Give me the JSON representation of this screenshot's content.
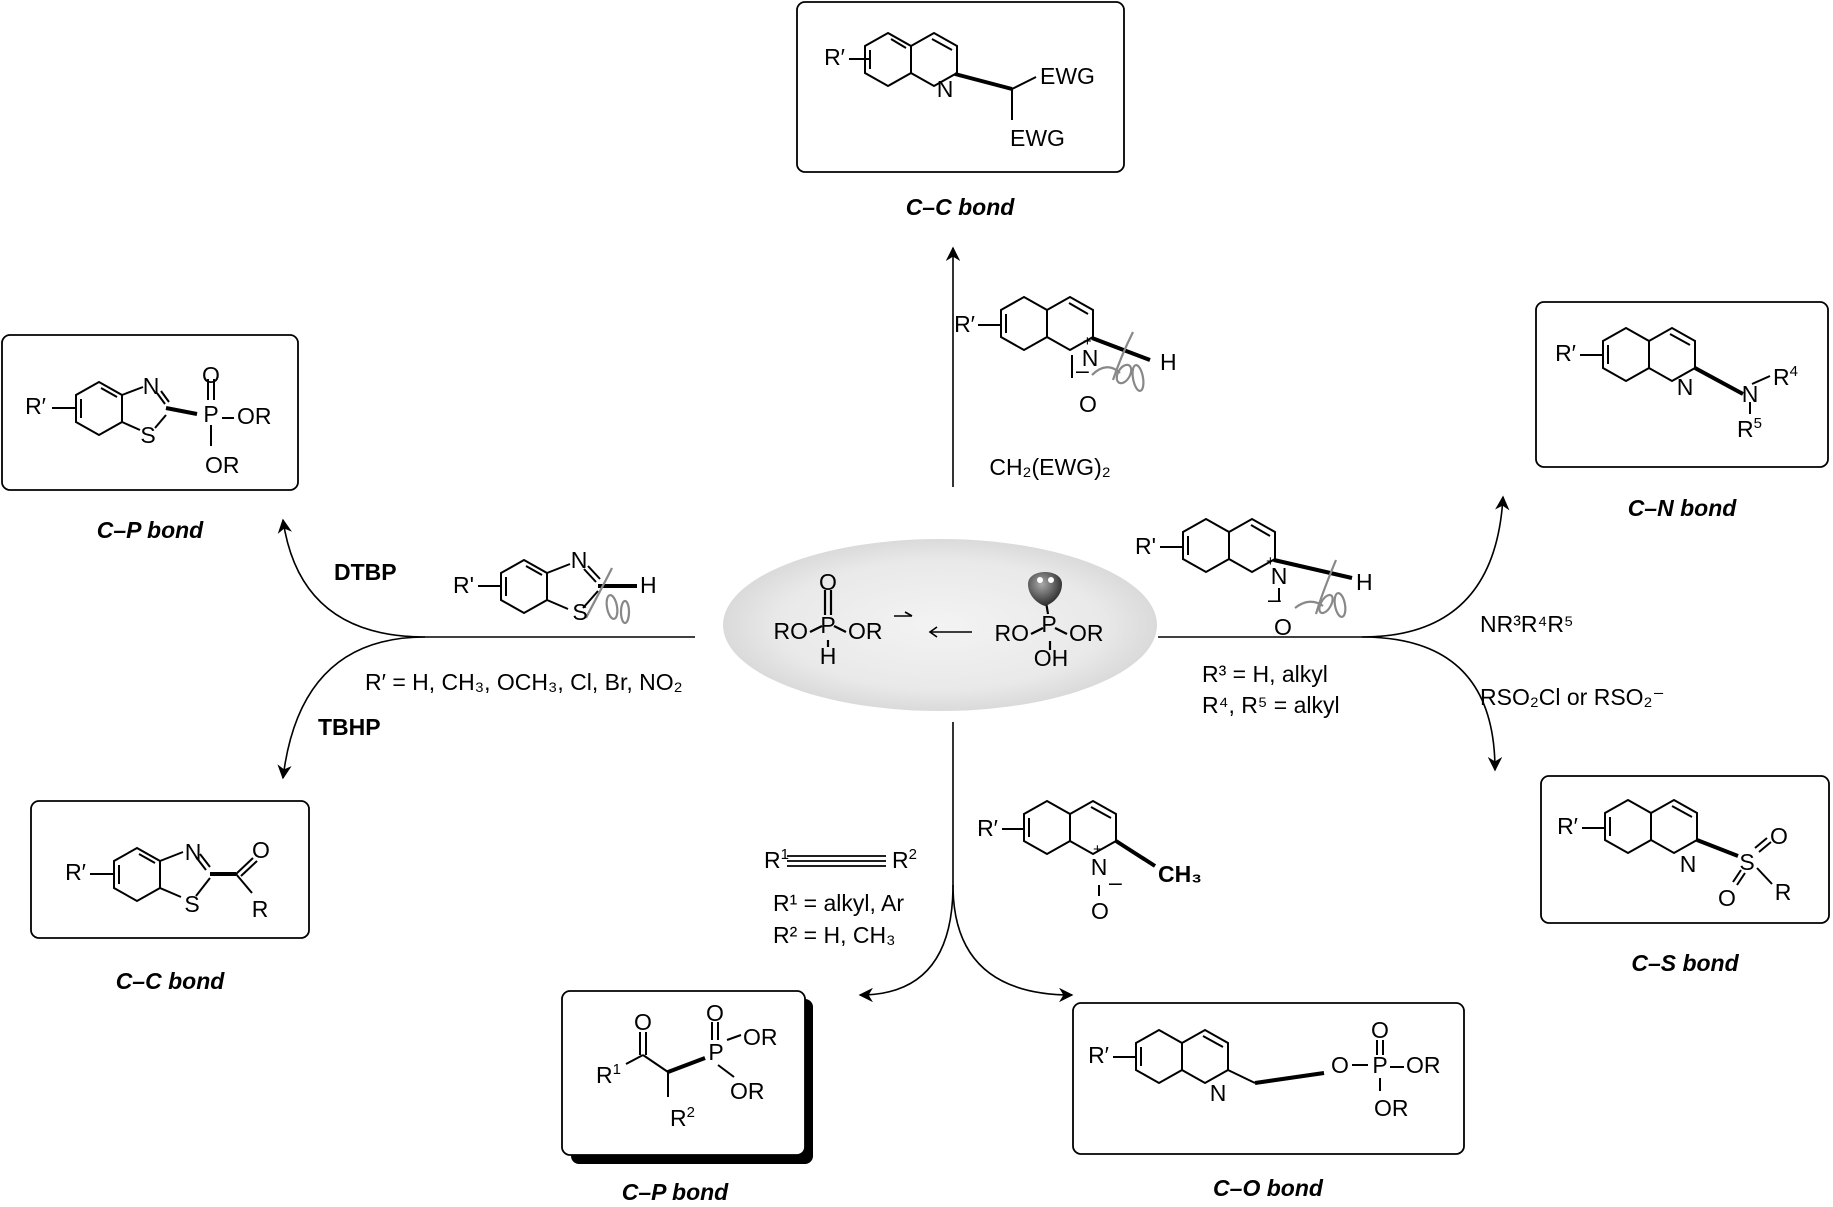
{
  "products": {
    "top_cc": {
      "bond_label": "C–C bond",
      "substituent": "R′",
      "atom_n": "N",
      "group_1": "EWG",
      "group_2": "EWG"
    },
    "left_cp": {
      "bond_label": "C–P bond",
      "substituent": "R′",
      "atom_n": "N",
      "atom_s": "S",
      "atom_p": "P",
      "atom_o": "O",
      "or_1": "OR",
      "or_2": "OR"
    },
    "left_cc": {
      "bond_label": "C–C bond",
      "substituent": "R′",
      "atom_n": "N",
      "atom_s": "S",
      "atom_o": "O",
      "r": "R"
    },
    "right_cn": {
      "bond_label": "C–N bond",
      "substituent": "R′",
      "atom_n": "N",
      "amine_n": "N",
      "r4": "R",
      "r4_sup": "4",
      "r5": "R",
      "r5_sup": "5"
    },
    "right_cs": {
      "bond_label": "C–S bond",
      "substituent": "R′",
      "atom_n": "N",
      "atom_s": "S",
      "atom_o1": "O",
      "atom_o2": "O",
      "r": "R"
    },
    "bottom_cp": {
      "bond_label": "C–P bond",
      "r1": "R",
      "r1_sup": "1",
      "r2": "R",
      "r2_sup": "2",
      "atom_o1": "O",
      "atom_o2": "O",
      "atom_p": "P",
      "or_1": "OR",
      "or_2": "OR"
    },
    "bottom_co": {
      "bond_label": "C–O bond",
      "substituent": "R′",
      "atom_n": "N",
      "atom_o_link": "O",
      "atom_p": "P",
      "atom_o": "O",
      "or_1": "OR",
      "or_2": "OR"
    }
  },
  "center": {
    "left_species": {
      "ro": "RO",
      "p": "P",
      "or": "OR",
      "h": "H",
      "o": "O"
    },
    "right_species": {
      "ro": "RO",
      "p": "P",
      "or": "OR",
      "oh": "OH"
    }
  },
  "reagents": {
    "top": {
      "n_oxide": {
        "substituent": "R′",
        "atom_n": "N",
        "atom_o": "O",
        "h": "H",
        "plus": "+",
        "minus": "–"
      },
      "malonate": "CH₂(EWG)₂"
    },
    "left": {
      "oxidant_top": "DTBP",
      "oxidant_bottom": "TBHP",
      "substituent": "R'",
      "atom_n": "N",
      "atom_s": "S",
      "h": "H",
      "condition": "R′ = H, CH₃, OCH₃, Cl, Br, NO₂"
    },
    "right": {
      "n_oxide": {
        "substituent": "R'",
        "atom_n": "N",
        "atom_o": "O",
        "h": "H",
        "plus": "+",
        "minus": "–"
      },
      "cond_1": "R³ = H, alkyl",
      "cond_2": "R⁴, R⁵ = alkyl",
      "amine": "NR³R⁴R⁵",
      "sulfonyl": "RSO₂Cl or RSO₂⁻"
    },
    "bottom_left": {
      "alkyne_r1": "R",
      "alkyne_r1_sup": "1",
      "alkyne_r2": "R",
      "alkyne_r2_sup": "2",
      "cond_1": "R¹ = alkyl, Ar",
      "cond_2": "R² = H, CH₃"
    },
    "bottom_right": {
      "substituent": "R′",
      "atom_n": "N",
      "atom_o": "O",
      "methyl": "CH₃",
      "plus": "+",
      "minus": "–"
    }
  }
}
